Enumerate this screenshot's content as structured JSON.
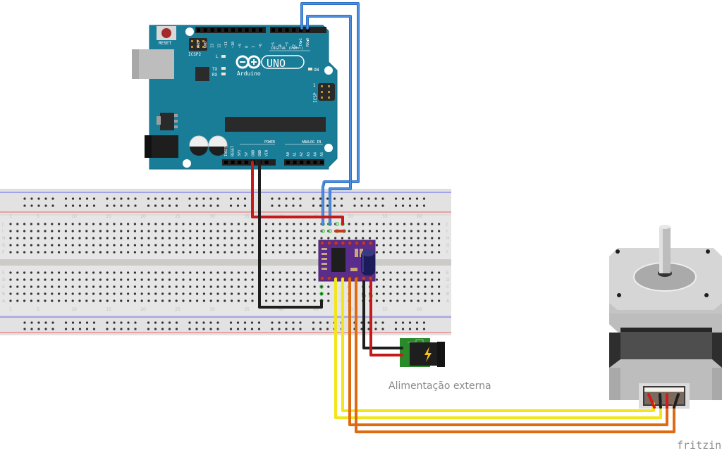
{
  "diagram": {
    "title": "Arduino UNO + stepper driver + stepper motor wiring (Fritzing breadboard view)",
    "arduino": {
      "name": "Arduino",
      "model": "UNO",
      "reset_label": "RESET",
      "icsp2_label": "ICSP2",
      "icsp_label": "ICSP",
      "icsp_pin1": "1",
      "led_l": "L",
      "led_tx": "TX",
      "led_rx": "RX",
      "led_on": "ON",
      "digital_label": "DIGITAL (PWM=~)",
      "power_label": "POWER",
      "analog_label": "ANALOG IN",
      "digital_pins": [
        "AREF",
        "GND",
        "13",
        "12",
        "~11",
        "~10",
        "~9",
        "8",
        "7",
        "~6",
        "~5",
        "4",
        "~3",
        "2",
        "TX▶1",
        "RX◀0"
      ],
      "power_pins": [
        "IOREF",
        "RESET",
        "3V3",
        "5V",
        "GND",
        "GND",
        "VIN"
      ],
      "analog_pins": [
        "A0",
        "A1",
        "A2",
        "A3",
        "A4",
        "A5"
      ],
      "colors": {
        "board": "#1a7d98",
        "dark": "#222222"
      }
    },
    "breadboard": {
      "row_labels_top": [
        "J",
        "I",
        "H",
        "G",
        "F"
      ],
      "row_labels_bottom": [
        "E",
        "D",
        "C",
        "B",
        "A"
      ],
      "column_numbers": [
        "1",
        "5",
        "10",
        "15",
        "20",
        "25",
        "30",
        "35",
        "40",
        "45",
        "50",
        "55",
        "60"
      ]
    },
    "driver": {
      "name": "Stepper driver module",
      "color": "#5a2d8c"
    },
    "power_jack": {
      "name": "DC barrel jack",
      "icon": "lightning-bolt-icon"
    },
    "motor": {
      "name": "Stepper motor"
    },
    "caption": "Alimentação externa",
    "brand": "fritzing",
    "wires": [
      {
        "from": "Arduino pin 3",
        "to": "Driver (breadboard)",
        "color": "#3a78d0"
      },
      {
        "from": "Arduino pin 2",
        "to": "Driver (breadboard)",
        "color": "#3a78d0"
      },
      {
        "from": "Arduino 5V",
        "to": "Driver VDD",
        "color": "#cc1a1a"
      },
      {
        "from": "Arduino GND",
        "to": "Driver GND",
        "color": "#222222"
      },
      {
        "from": "Driver",
        "to": "Motor coil A",
        "color": "#f4e81a"
      },
      {
        "from": "Driver",
        "to": "Motor coil A",
        "color": "#f4e81a"
      },
      {
        "from": "Driver",
        "to": "Motor coil B",
        "color": "#e06a10"
      },
      {
        "from": "Driver",
        "to": "Motor coil B",
        "color": "#e06a10"
      },
      {
        "from": "Power jack +",
        "to": "Driver VMOT",
        "color": "#cc1a1a"
      },
      {
        "from": "Power jack -",
        "to": "Driver GND",
        "color": "#222222"
      }
    ]
  }
}
